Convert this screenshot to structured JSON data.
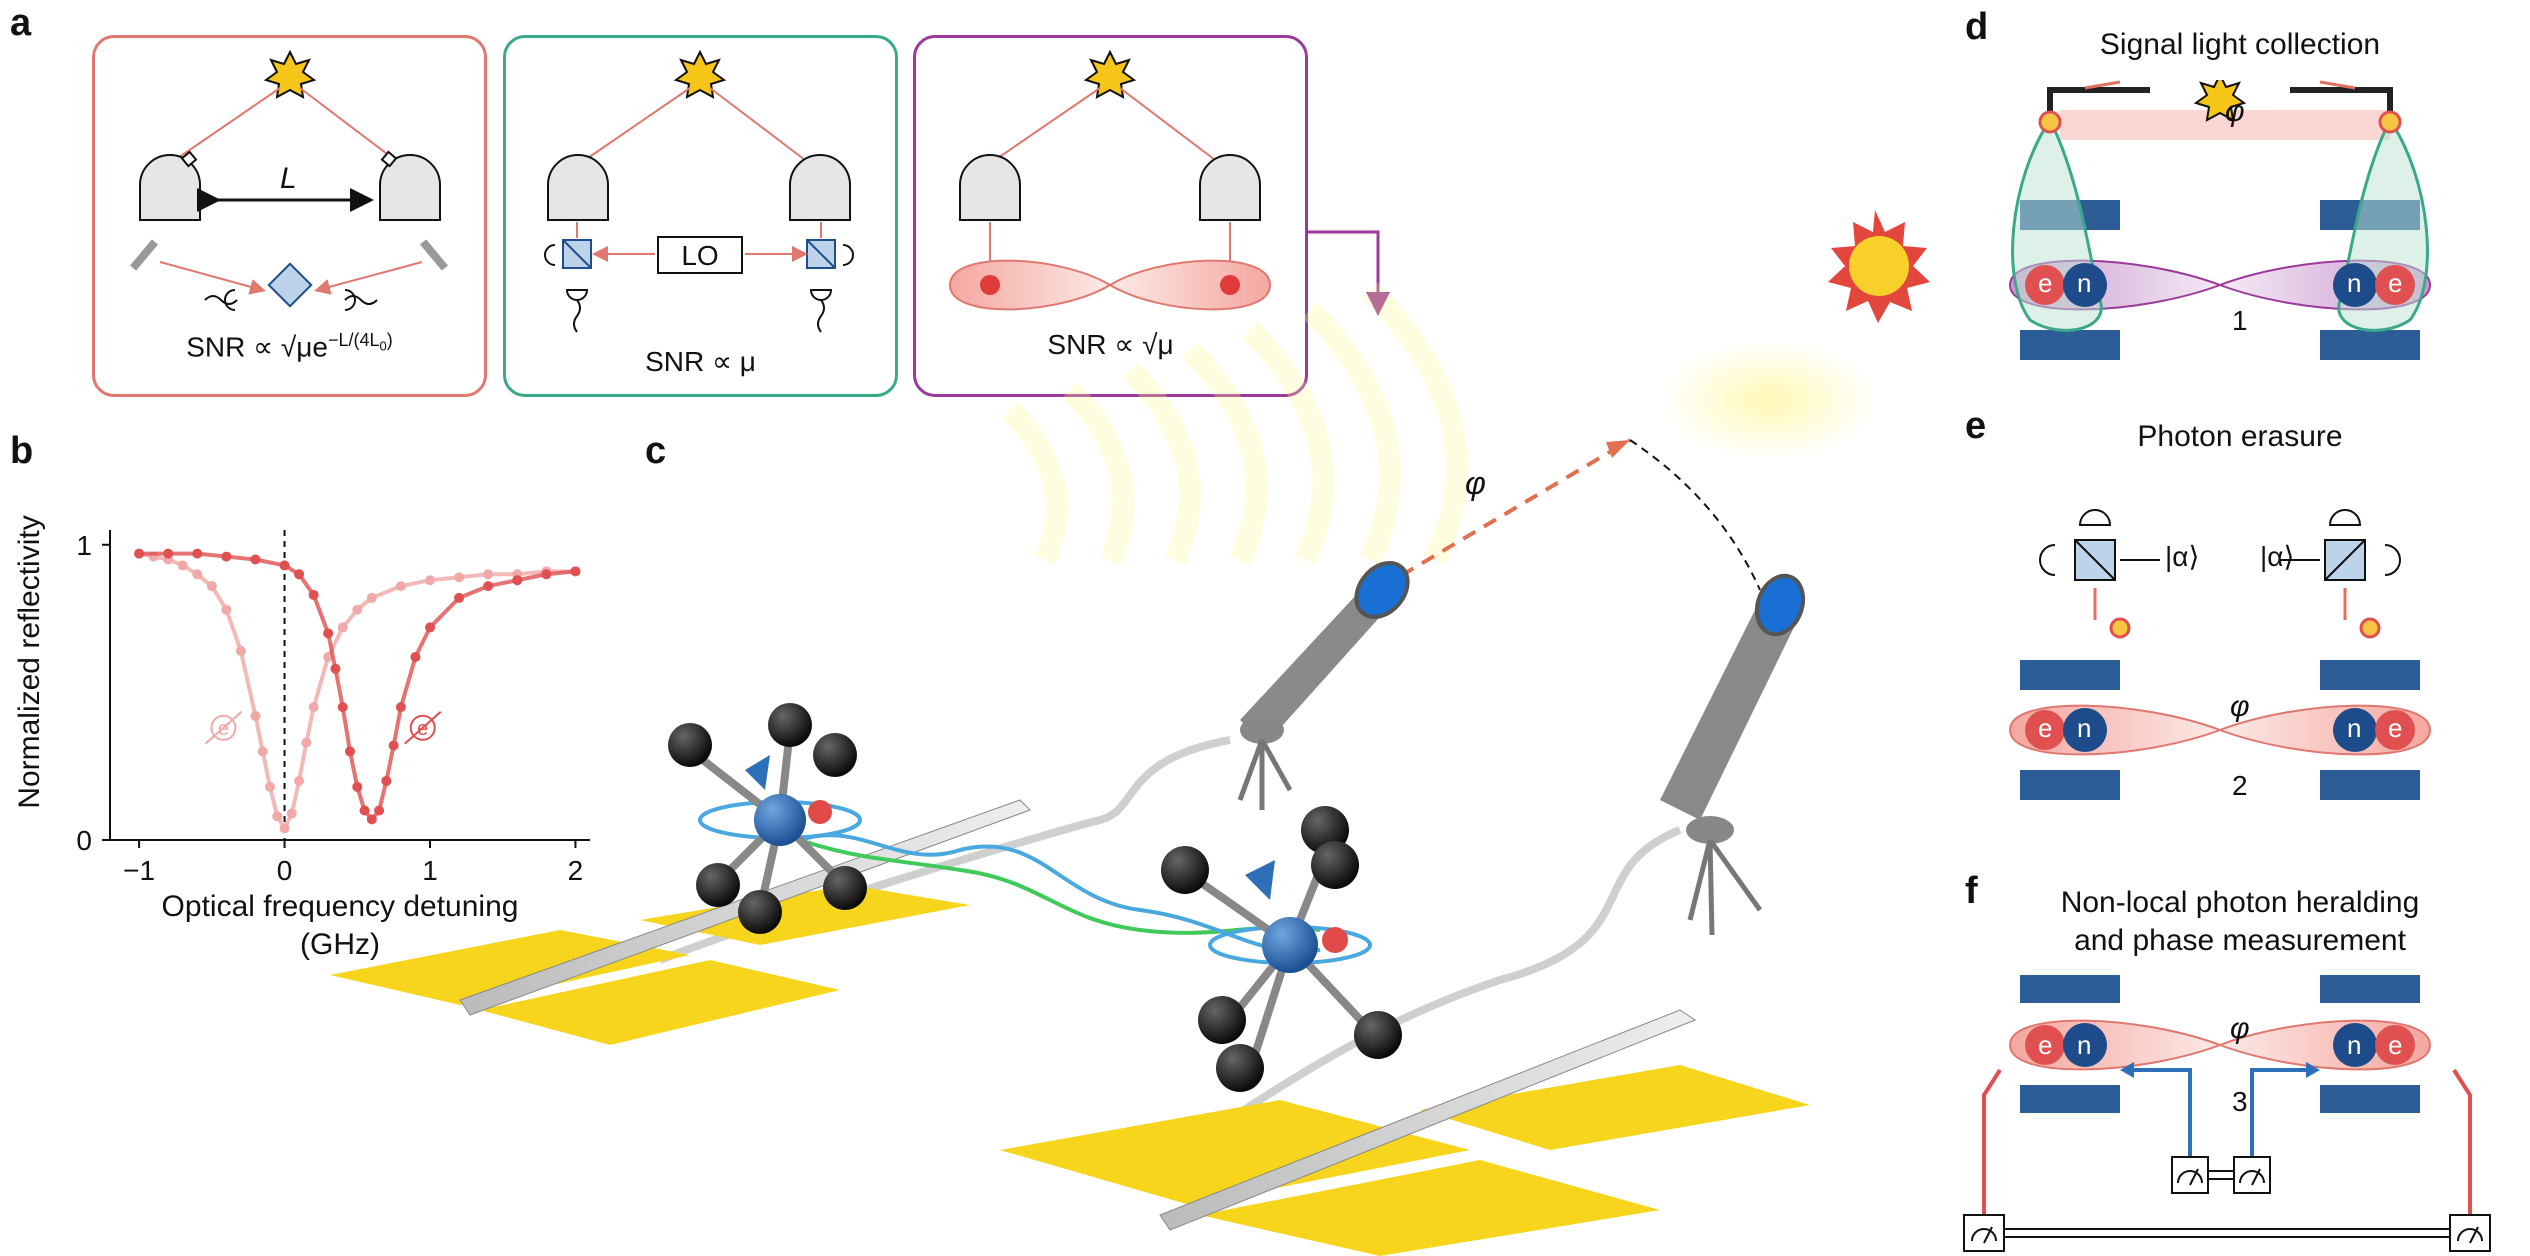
{
  "panels": {
    "a": {
      "label": "a",
      "boxes": [
        {
          "color": "#e07870",
          "snr": "SNR ∝ √μe",
          "snr_exp": "−L/(4L",
          "snr_sub": "0",
          "snr_tail": ")",
          "distance_label": "L"
        },
        {
          "color": "#3aa88a",
          "snr": "SNR ∝ μ",
          "lo_label": "LO"
        },
        {
          "color": "#9b3a9b",
          "snr": "SNR ∝ √μ"
        }
      ]
    },
    "b": {
      "label": "b",
      "xlabel_line1": "Optical frequency detuning",
      "xlabel_line2": "(GHz)",
      "ylabel": "Normalized reflectivity",
      "electron_label": "e"
    },
    "c": {
      "label": "c",
      "phase_label": "φ"
    },
    "d": {
      "label": "d",
      "title": "Signal light collection",
      "phase_label": "φ",
      "e_label": "e",
      "n_label": "n",
      "step": "1"
    },
    "e": {
      "label": "e",
      "title": "Photon erasure",
      "alpha_label": "|α⟩",
      "phase_label": "φ",
      "e_label": "e",
      "n_label": "n",
      "step": "2"
    },
    "f": {
      "label": "f",
      "title_line1": "Non-local photon heralding",
      "title_line2": "and phase measurement",
      "phase_label": "φ",
      "e_label": "e",
      "n_label": "n",
      "step": "3"
    }
  },
  "chart_data": {
    "type": "scatter",
    "xlabel": "Optical frequency detuning (GHz)",
    "ylabel": "Normalized reflectivity",
    "xlim": [
      -1.2,
      2.1
    ],
    "ylim": [
      0,
      1.05
    ],
    "xticks": [
      "−1",
      "0",
      "1",
      "2"
    ],
    "yticks": [
      "0",
      "1"
    ],
    "series": [
      {
        "color": "#f0a8a8",
        "fit": true,
        "x": [
          -1.0,
          -0.9,
          -0.8,
          -0.7,
          -0.6,
          -0.5,
          -0.4,
          -0.3,
          -0.2,
          -0.15,
          -0.1,
          -0.05,
          0.0,
          0.05,
          0.1,
          0.15,
          0.2,
          0.3,
          0.4,
          0.5,
          0.6,
          0.8,
          1.0,
          1.2,
          1.4,
          1.6,
          1.8,
          2.0
        ],
        "y": [
          0.97,
          0.96,
          0.95,
          0.93,
          0.9,
          0.86,
          0.78,
          0.64,
          0.42,
          0.3,
          0.18,
          0.08,
          0.04,
          0.09,
          0.2,
          0.33,
          0.45,
          0.62,
          0.72,
          0.78,
          0.82,
          0.86,
          0.88,
          0.89,
          0.9,
          0.9,
          0.91,
          0.91
        ]
      },
      {
        "color": "#e05050",
        "fit": true,
        "x": [
          -1.0,
          -0.8,
          -0.6,
          -0.4,
          -0.2,
          0.0,
          0.1,
          0.2,
          0.3,
          0.35,
          0.4,
          0.45,
          0.5,
          0.55,
          0.6,
          0.65,
          0.7,
          0.75,
          0.8,
          0.9,
          1.0,
          1.2,
          1.4,
          1.6,
          1.8,
          2.0
        ],
        "y": [
          0.97,
          0.97,
          0.97,
          0.96,
          0.95,
          0.93,
          0.9,
          0.83,
          0.7,
          0.58,
          0.45,
          0.3,
          0.18,
          0.1,
          0.07,
          0.1,
          0.2,
          0.32,
          0.45,
          0.62,
          0.72,
          0.82,
          0.86,
          0.88,
          0.9,
          0.91
        ]
      }
    ],
    "annotations": [
      "e",
      "e"
    ]
  }
}
